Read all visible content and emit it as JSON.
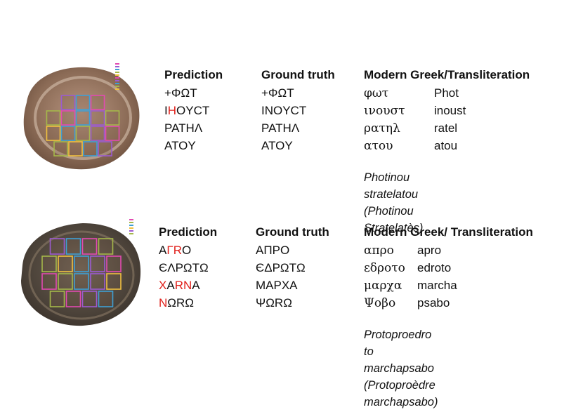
{
  "colors": {
    "highlight": "#e0201b",
    "text": "#111111"
  },
  "example1": {
    "headers": {
      "prediction": "Prediction",
      "ground_truth": "Ground truth",
      "modern": "Modern Greek/Transliteration"
    },
    "prediction": [
      [
        {
          "t": "+ΦΩΤ",
          "red": false
        }
      ],
      [
        {
          "t": "I",
          "red": false
        },
        {
          "t": "H",
          "red": true
        },
        {
          "t": "OYCT",
          "red": false
        }
      ],
      [
        {
          "t": "PATHΛ",
          "red": false
        }
      ],
      [
        {
          "t": "ATOY",
          "red": false
        }
      ]
    ],
    "ground_truth": [
      "+ΦΩΤ",
      "INOYCT",
      "PATHΛ",
      "ATOY"
    ],
    "modern_greek": [
      "φωτ",
      "ινουστ",
      "ρατηλ",
      "ατου"
    ],
    "transliteration": [
      "Phot",
      "inoust",
      "ratel",
      "atou"
    ],
    "caption_lines": [
      "Photinou stratelatou (Photinou",
      "Stratelatès)"
    ]
  },
  "example2": {
    "headers": {
      "prediction": "Prediction",
      "ground_truth": "Ground truth",
      "modern": "Modern Greek/ Transliteration"
    },
    "prediction": [
      [
        {
          "t": "A",
          "red": false
        },
        {
          "t": "ΓR",
          "red": true
        },
        {
          "t": "O",
          "red": false
        }
      ],
      [
        {
          "t": "ЄΛPΩTΩ",
          "red": false
        }
      ],
      [
        {
          "t": "X",
          "red": true
        },
        {
          "t": "A",
          "red": false
        },
        {
          "t": "RN",
          "red": true
        },
        {
          "t": "A",
          "red": false
        }
      ],
      [
        {
          "t": "N",
          "red": true
        },
        {
          "t": "ΩRΩ",
          "red": false
        }
      ]
    ],
    "ground_truth": [
      "AΠPO",
      "ЄΔPΩTΩ",
      "MAPXA",
      "ΨΩRΩ"
    ],
    "modern_greek": [
      "απρο",
      "εδροτο",
      "μαρχα",
      "Ψοβο"
    ],
    "transliteration": [
      "apro",
      "edroto",
      "marcha",
      "psabo"
    ],
    "caption_lines": [
      "Protoproedro to marchapsabo",
      "(Protoproèdre marchapsabo)"
    ]
  },
  "seal1": {
    "colors": [
      "#8a6a55",
      "#b89580",
      "#d6bfae",
      "#6b4f3e",
      "#a5b84a",
      "#9c5bd0",
      "#e24ab1",
      "#3f9fd4",
      "#f0c040"
    ],
    "boxes": [
      {
        "color": "#9c5bd0"
      },
      {
        "color": "#3f9fd4"
      },
      {
        "color": "#e24ab1"
      },
      {
        "color": "#a5b84a"
      },
      {
        "color": "#e24ab1"
      },
      {
        "color": "#3f9fd4"
      },
      {
        "color": "#9c5bd0"
      },
      {
        "color": "#a5b84a"
      },
      {
        "color": "#f0c040"
      },
      {
        "color": "#3f9fd4"
      },
      {
        "color": "#a5b84a"
      },
      {
        "color": "#9c5bd0"
      },
      {
        "color": "#e24ab1"
      },
      {
        "color": "#a5b84a"
      },
      {
        "color": "#f0c040"
      },
      {
        "color": "#3f9fd4"
      },
      {
        "color": "#9c5bd0"
      }
    ]
  },
  "seal2": {
    "colors": [
      "#4a4138",
      "#6e6255",
      "#3a322b",
      "#8a7a66",
      "#3f9fd4",
      "#9c5bd0",
      "#e24ab1",
      "#a5b84a",
      "#f0c040"
    ],
    "boxes": [
      {
        "color": "#9c5bd0"
      },
      {
        "color": "#3f9fd4"
      },
      {
        "color": "#e24ab1"
      },
      {
        "color": "#a5b84a"
      },
      {
        "color": "#a5b84a"
      },
      {
        "color": "#f0c040"
      },
      {
        "color": "#3f9fd4"
      },
      {
        "color": "#9c5bd0"
      },
      {
        "color": "#e24ab1"
      },
      {
        "color": "#e24ab1"
      },
      {
        "color": "#a5b84a"
      },
      {
        "color": "#3f9fd4"
      },
      {
        "color": "#9c5bd0"
      },
      {
        "color": "#f0c040"
      },
      {
        "color": "#a5b84a"
      },
      {
        "color": "#e24ab1"
      },
      {
        "color": "#9c5bd0"
      },
      {
        "color": "#3f9fd4"
      }
    ]
  }
}
